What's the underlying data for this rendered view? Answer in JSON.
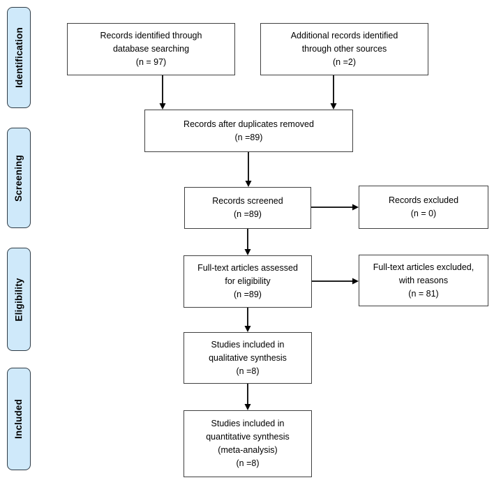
{
  "stages": [
    {
      "label": "Identification"
    },
    {
      "label": "Screening"
    },
    {
      "label": "Eligibility"
    },
    {
      "label": "Included"
    }
  ],
  "boxes": {
    "db_search": {
      "lines": [
        "Records identified through",
        "database searching",
        "(n = 97)"
      ]
    },
    "other_sources": {
      "lines": [
        "Additional records identified",
        "through other sources",
        "(n =2)"
      ]
    },
    "duplicates_removed": {
      "lines": [
        "Records after duplicates removed",
        "(n =89)"
      ]
    },
    "screened": {
      "lines": [
        "Records screened",
        "(n =89)"
      ]
    },
    "excluded": {
      "lines": [
        "Records excluded",
        "(n = 0)"
      ]
    },
    "fulltext_assessed": {
      "lines": [
        "Full-text articles assessed",
        "for eligibility",
        "(n =89)"
      ]
    },
    "fulltext_excluded": {
      "lines": [
        "Full-text articles excluded,",
        "with reasons",
        "(n = 81)"
      ]
    },
    "qualitative": {
      "lines": [
        "Studies included in",
        "qualitative synthesis",
        "(n =8)"
      ]
    },
    "quantitative": {
      "lines": [
        "Studies included in",
        "quantitative synthesis",
        "(meta-analysis)",
        "(n =8)"
      ]
    }
  },
  "colors": {
    "stage_fill": "#cfe9fa",
    "stage_border": "#2e3b45",
    "box_border": "#404040",
    "arrow": "#000000",
    "background": "#ffffff"
  }
}
